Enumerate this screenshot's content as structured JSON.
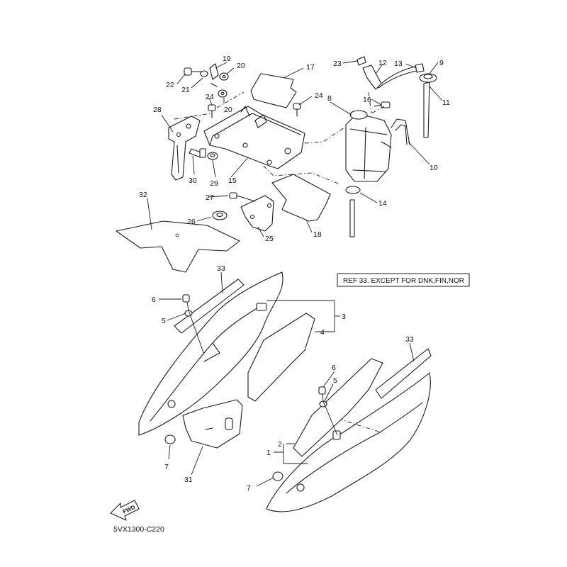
{
  "diagram": {
    "code": "5VX1300-C220",
    "reference_note": "REF 33. EXCEPT FOR DNK,FIN,NOR",
    "forward_label": "FWD",
    "callouts": [
      {
        "id": "19",
        "label": "19"
      },
      {
        "id": "20a",
        "label": "20"
      },
      {
        "id": "20b",
        "label": "20"
      },
      {
        "id": "22",
        "label": "22"
      },
      {
        "id": "21",
        "label": "21"
      },
      {
        "id": "17",
        "label": "17"
      },
      {
        "id": "24a",
        "label": "24"
      },
      {
        "id": "24b",
        "label": "24"
      },
      {
        "id": "28",
        "label": "28"
      },
      {
        "id": "30",
        "label": "30"
      },
      {
        "id": "29",
        "label": "29"
      },
      {
        "id": "15",
        "label": "15"
      },
      {
        "id": "23",
        "label": "23"
      },
      {
        "id": "12",
        "label": "12"
      },
      {
        "id": "13",
        "label": "13"
      },
      {
        "id": "9",
        "label": "9"
      },
      {
        "id": "11",
        "label": "11"
      },
      {
        "id": "16",
        "label": "16"
      },
      {
        "id": "8",
        "label": "8"
      },
      {
        "id": "10",
        "label": "10"
      },
      {
        "id": "14",
        "label": "14"
      },
      {
        "id": "32",
        "label": "32"
      },
      {
        "id": "27",
        "label": "27"
      },
      {
        "id": "26",
        "label": "26"
      },
      {
        "id": "25",
        "label": "25"
      },
      {
        "id": "18",
        "label": "18"
      },
      {
        "id": "33a",
        "label": "33"
      },
      {
        "id": "6a",
        "label": "6"
      },
      {
        "id": "5a",
        "label": "5"
      },
      {
        "id": "3",
        "label": "3"
      },
      {
        "id": "4",
        "label": "4"
      },
      {
        "id": "33b",
        "label": "33"
      },
      {
        "id": "6b",
        "label": "6"
      },
      {
        "id": "5b",
        "label": "5"
      },
      {
        "id": "2",
        "label": "2"
      },
      {
        "id": "1",
        "label": "1"
      },
      {
        "id": "7a",
        "label": "7"
      },
      {
        "id": "31",
        "label": "31"
      },
      {
        "id": "7b",
        "label": "7"
      }
    ]
  }
}
